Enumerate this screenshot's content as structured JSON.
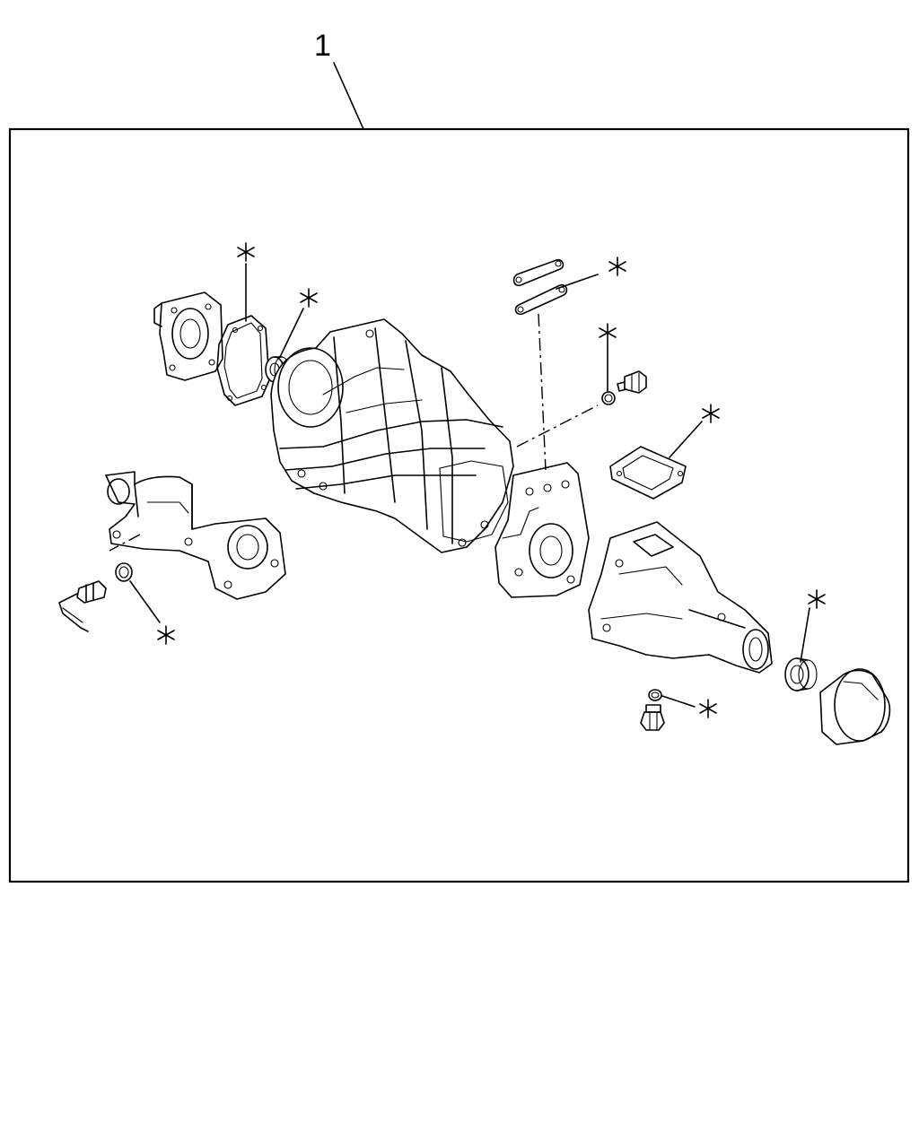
{
  "callout": {
    "item_number": "1"
  },
  "kit_marker": {
    "symbol": "asterisk-icon"
  },
  "components": [
    "front-bearing-retainer",
    "retainer-gasket",
    "front-bearing",
    "transmission-case",
    "shift-rail-links",
    "drain-plug-washer",
    "drain-plug",
    "cover-gasket",
    "intermediate-plate",
    "clutch-housing",
    "speed-sensor",
    "sensor-o-ring",
    "extension-housing",
    "rear-oil-seal",
    "extension-plug-washer",
    "extension-plug",
    "output-sleeve"
  ]
}
